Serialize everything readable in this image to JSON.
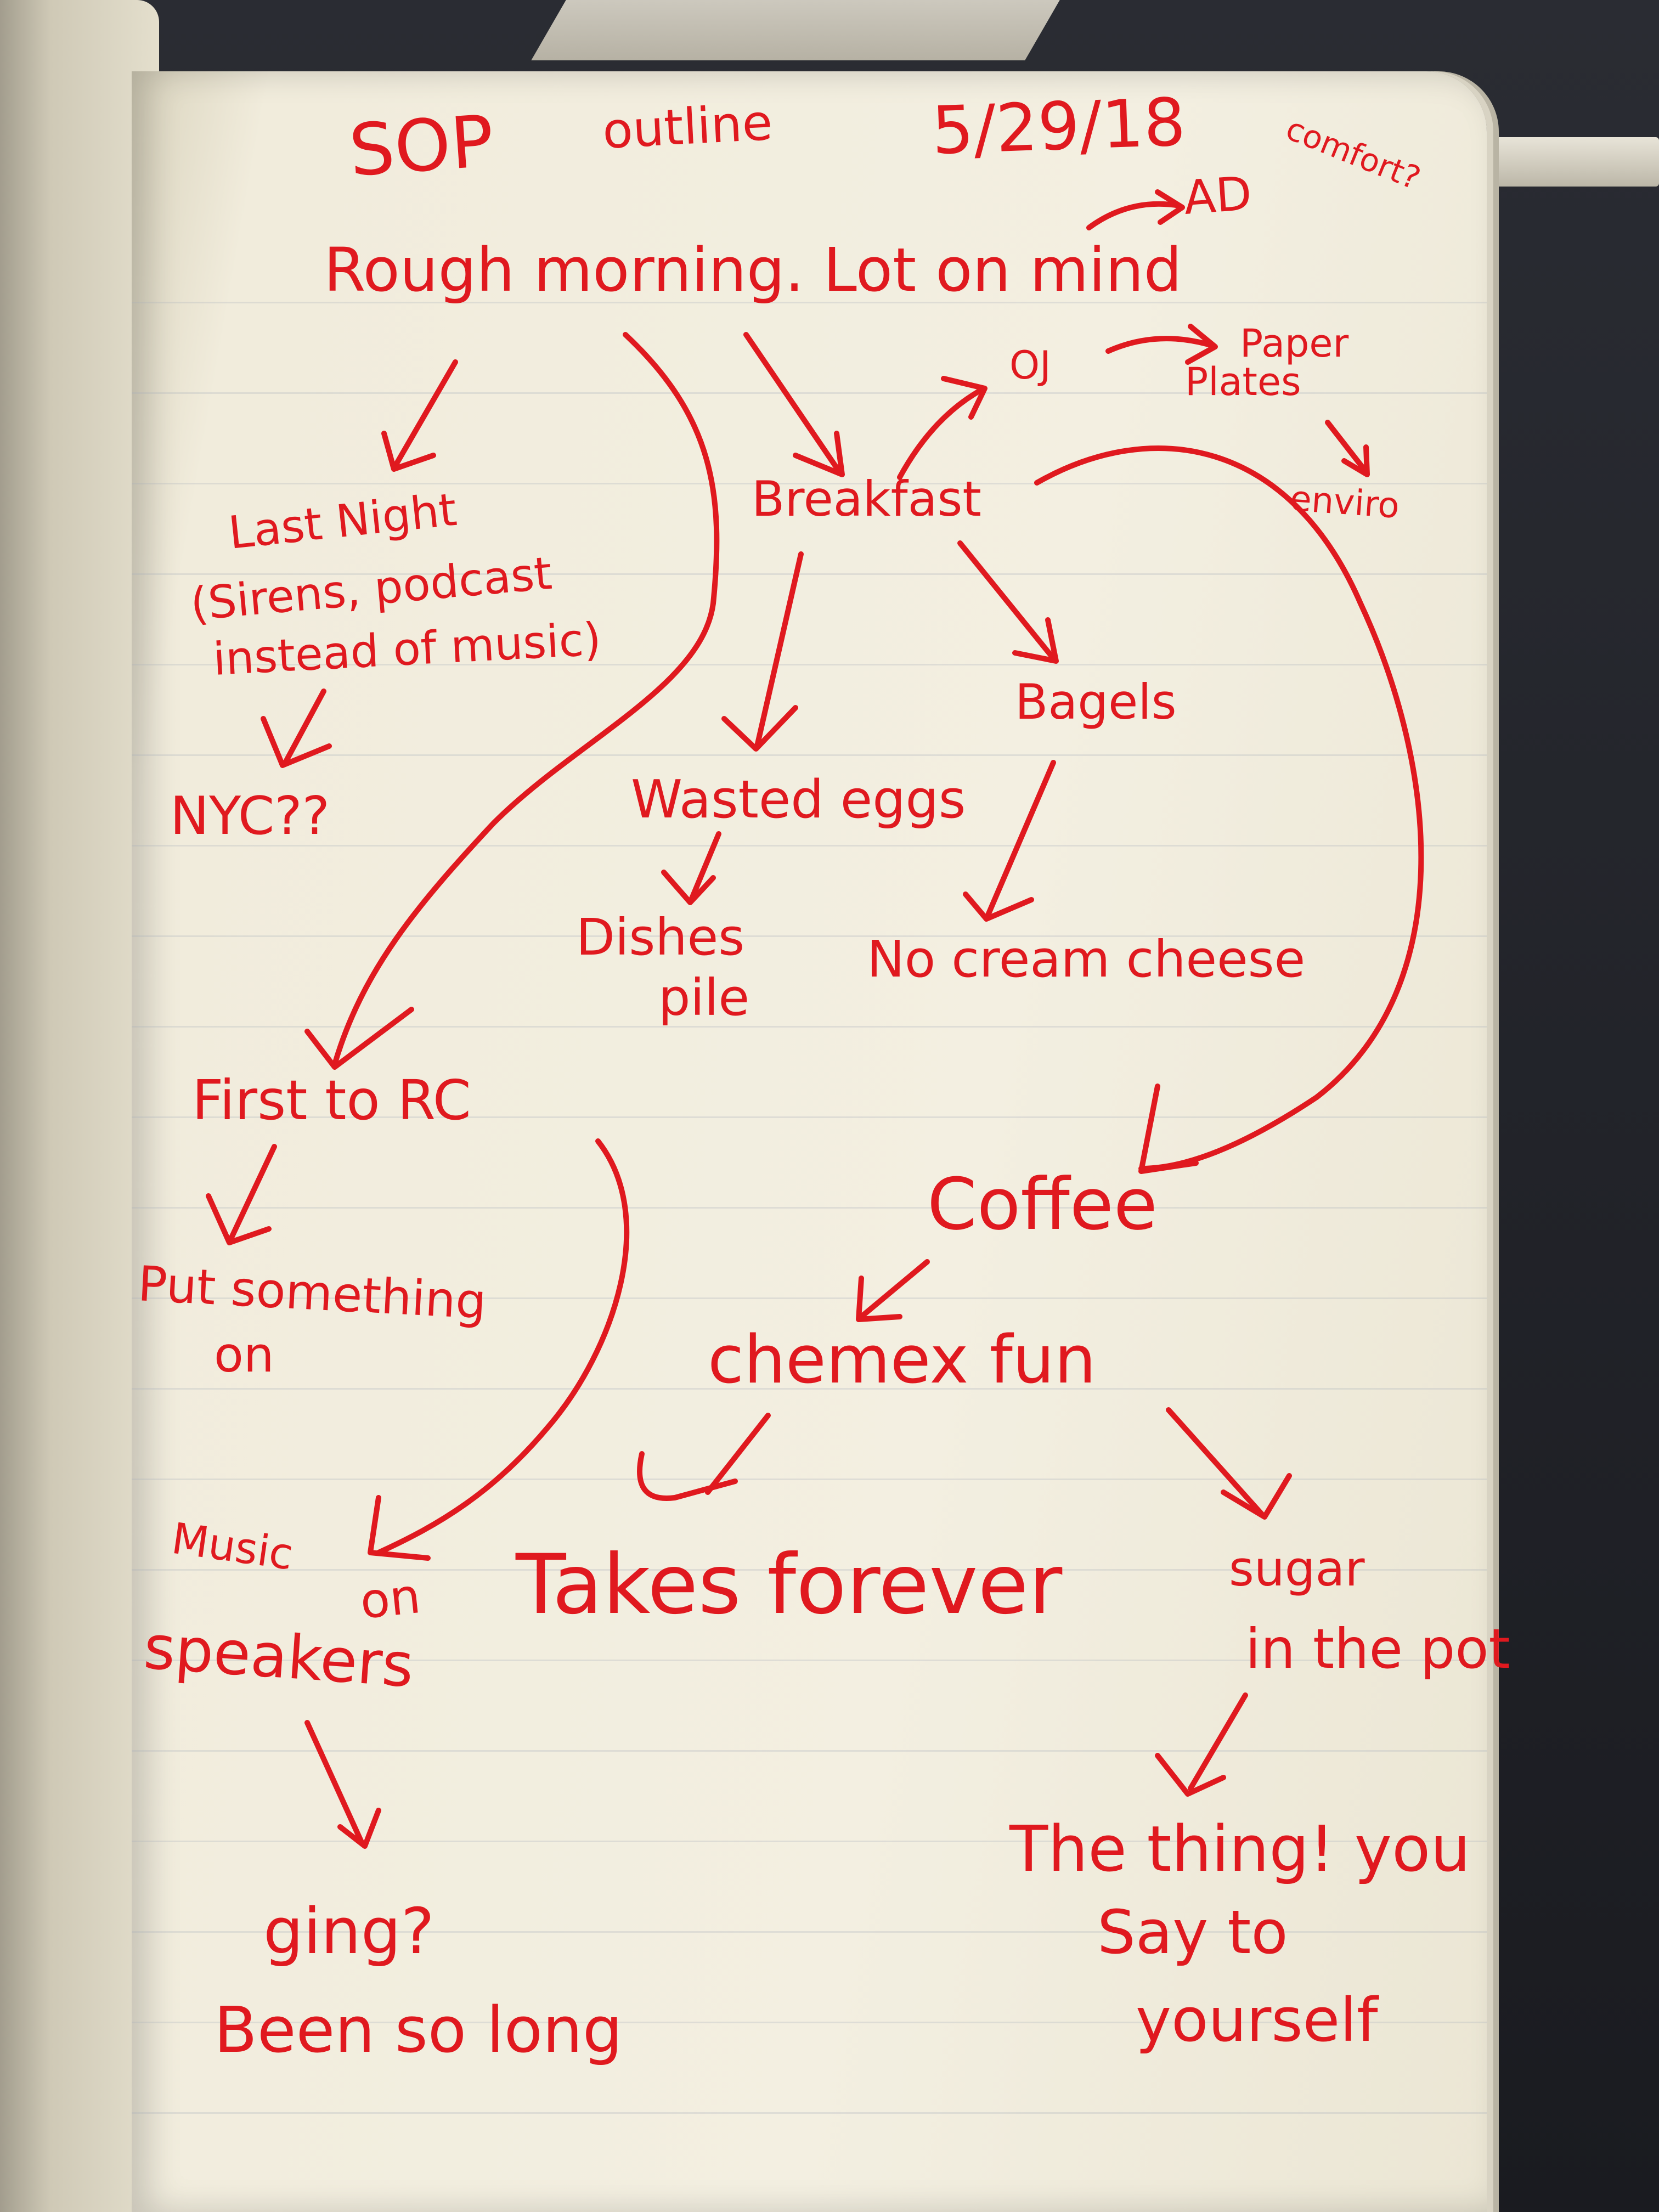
{
  "ink_color": "#e0191f",
  "paper_color": "#f3efe1",
  "header": {
    "title": "SOP",
    "subtitle": "outline",
    "date": "5/29/18",
    "aside": "comfort?"
  },
  "nodes": {
    "ad": "AD",
    "rough_morning": "Rough morning. Lot on mind",
    "oj": "OJ",
    "paper_plates": [
      "Paper",
      "Plates"
    ],
    "enviro": "enviro",
    "last_night": [
      "Last Night",
      "(Sirens, podcast",
      "instead of music)"
    ],
    "nyc": "NYC??",
    "breakfast": "Breakfast",
    "wasted_eggs": "Wasted eggs",
    "bagels": "Bagels",
    "dishes_pile": [
      "Dishes",
      "pile"
    ],
    "no_cream_cheese": "No cream cheese",
    "first_to_rc": "First to RC",
    "put_something_on": [
      "Put something",
      "on"
    ],
    "coffee": "Coffee",
    "chemex_fun": "chemex fun",
    "music_on_speakers": [
      "Music",
      "on",
      "speakers"
    ],
    "takes_forever": "Takes forever",
    "sugar_in_pot": [
      "sugar",
      "in the pot"
    ],
    "the_thing": [
      "The thing! you",
      "Say to",
      "yourself"
    ],
    "ging": [
      "ging?",
      "Been so long"
    ]
  }
}
